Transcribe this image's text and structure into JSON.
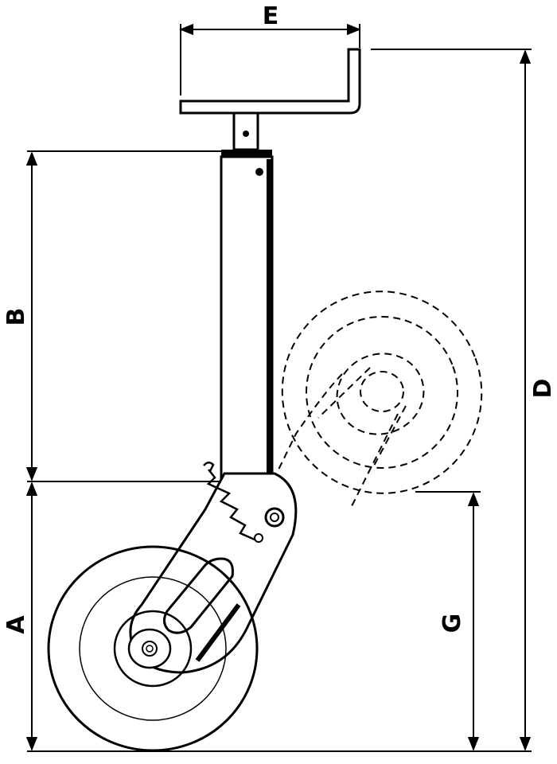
{
  "labels": {
    "a": "A",
    "b": "B",
    "d": "D",
    "e": "E",
    "g": "G"
  }
}
